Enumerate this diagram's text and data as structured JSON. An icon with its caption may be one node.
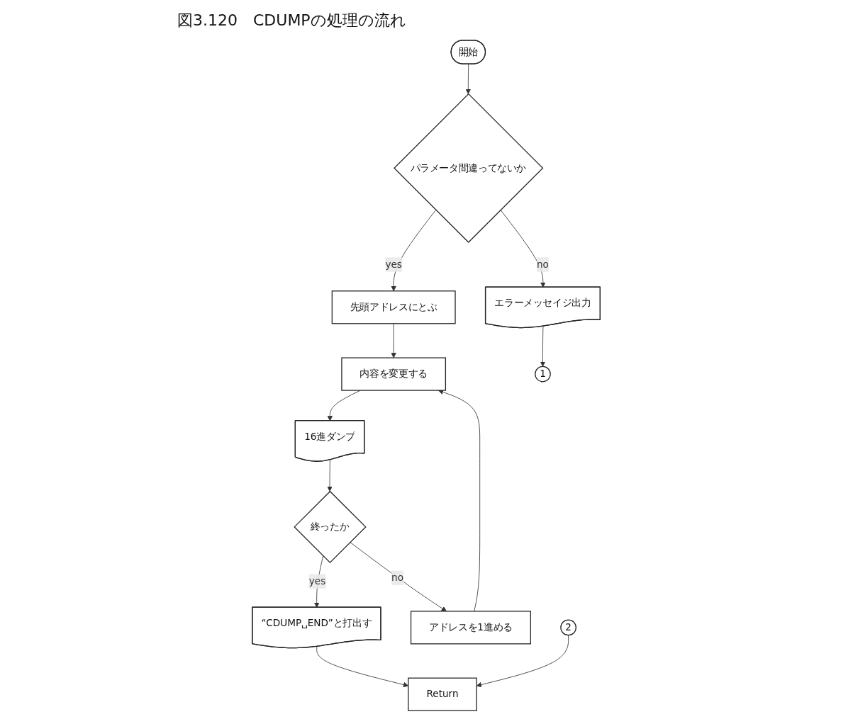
{
  "diagram": {
    "title": "図3.120　CDUMPの処理の流れ",
    "nodes": [
      {
        "text": [
          "開始"
        ]
      },
      {
        "text": [
          "パラメータ間違ってないか"
        ]
      },
      {
        "text": [
          "エラーメッセイジ出力"
        ]
      },
      {
        "text": [
          "1"
        ]
      },
      {
        "text": [
          "先頭アドレスにとぶ"
        ]
      },
      {
        "text": [
          "内容を変更する"
        ]
      },
      {
        "text": [
          "16進ダンプ"
        ]
      },
      {
        "text": [
          "終ったか"
        ]
      },
      {
        "text": [
          "アドレスを1進める"
        ]
      },
      {
        "text": [
          "“CDUMP␣END”と打出す"
        ]
      },
      {
        "text": [
          "2"
        ]
      },
      {
        "text": [
          "Return"
        ]
      }
    ],
    "edges": [
      {
        "from": 0,
        "to": 1,
        "arrow": "to"
      },
      {
        "from": 1,
        "to": 4,
        "arrow": "to",
        "label": "yes"
      },
      {
        "from": 1,
        "to": 2,
        "arrow": "to",
        "label": "no"
      },
      {
        "from": 2,
        "to": 3,
        "arrow": "to"
      },
      {
        "from": 4,
        "to": 5,
        "arrow": "to"
      },
      {
        "from": 5,
        "to": 6,
        "arrow": "to"
      },
      {
        "from": 6,
        "to": 7,
        "arrow": "to"
      },
      {
        "from": 7,
        "to": 9,
        "arrow": "to",
        "label": "yes"
      },
      {
        "from": 7,
        "to": 8,
        "arrow": "to",
        "label": "no"
      },
      {
        "from": 8,
        "to": 5,
        "arrow": "to"
      },
      {
        "from": 9,
        "to": 11,
        "arrow": "to"
      },
      {
        "from": 10,
        "to": 11,
        "arrow": "to"
      }
    ]
  }
}
